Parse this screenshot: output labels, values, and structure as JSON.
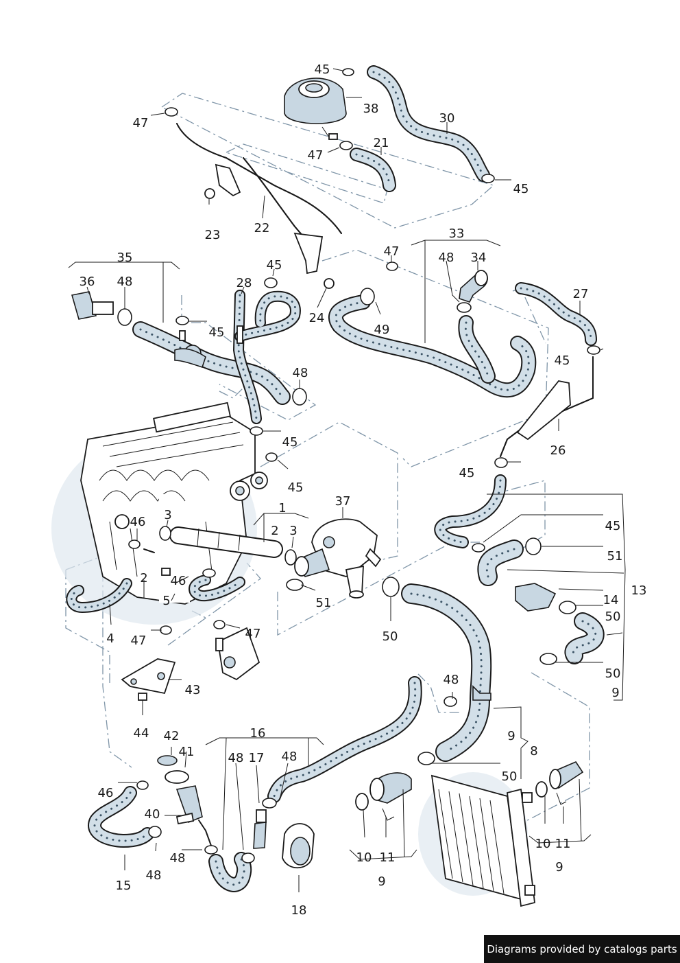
{
  "footer": {
    "text": "Diagrams provided by catalogs parts"
  },
  "colors": {
    "hose_fill": "#d2dfe8",
    "dot": "#3c5466",
    "dash_line": "#7f95a8",
    "outline": "#1a1a1a",
    "footer_bg": "#111111"
  },
  "part_numbers": [
    {
      "n": "45"
    },
    {
      "n": "38"
    },
    {
      "n": "47"
    },
    {
      "n": "30"
    },
    {
      "n": "47"
    },
    {
      "n": "21"
    },
    {
      "n": "45"
    },
    {
      "n": "23"
    },
    {
      "n": "22"
    },
    {
      "n": "33"
    },
    {
      "n": "47"
    },
    {
      "n": "48"
    },
    {
      "n": "34"
    },
    {
      "n": "35"
    },
    {
      "n": "36"
    },
    {
      "n": "48"
    },
    {
      "n": "45"
    },
    {
      "n": "28"
    },
    {
      "n": "24"
    },
    {
      "n": "27"
    },
    {
      "n": "49"
    },
    {
      "n": "45"
    },
    {
      "n": "45"
    },
    {
      "n": "48"
    },
    {
      "n": "45"
    },
    {
      "n": "26"
    },
    {
      "n": "45"
    },
    {
      "n": "45"
    },
    {
      "n": "37"
    },
    {
      "n": "1"
    },
    {
      "n": "46"
    },
    {
      "n": "3"
    },
    {
      "n": "2"
    },
    {
      "n": "3"
    },
    {
      "n": "45"
    },
    {
      "n": "51"
    },
    {
      "n": "2"
    },
    {
      "n": "46"
    },
    {
      "n": "5"
    },
    {
      "n": "51"
    },
    {
      "n": "13"
    },
    {
      "n": "14"
    },
    {
      "n": "50"
    },
    {
      "n": "4"
    },
    {
      "n": "47"
    },
    {
      "n": "47"
    },
    {
      "n": "50"
    },
    {
      "n": "50"
    },
    {
      "n": "9"
    },
    {
      "n": "43"
    },
    {
      "n": "48"
    },
    {
      "n": "44"
    },
    {
      "n": "9"
    },
    {
      "n": "8"
    },
    {
      "n": "42"
    },
    {
      "n": "16"
    },
    {
      "n": "41"
    },
    {
      "n": "48"
    },
    {
      "n": "17"
    },
    {
      "n": "48"
    },
    {
      "n": "50"
    },
    {
      "n": "46"
    },
    {
      "n": "40"
    },
    {
      "n": "10"
    },
    {
      "n": "11"
    },
    {
      "n": "10"
    },
    {
      "n": "11"
    },
    {
      "n": "48"
    },
    {
      "n": "15"
    },
    {
      "n": "48"
    },
    {
      "n": "9"
    },
    {
      "n": "9"
    },
    {
      "n": "18"
    }
  ]
}
